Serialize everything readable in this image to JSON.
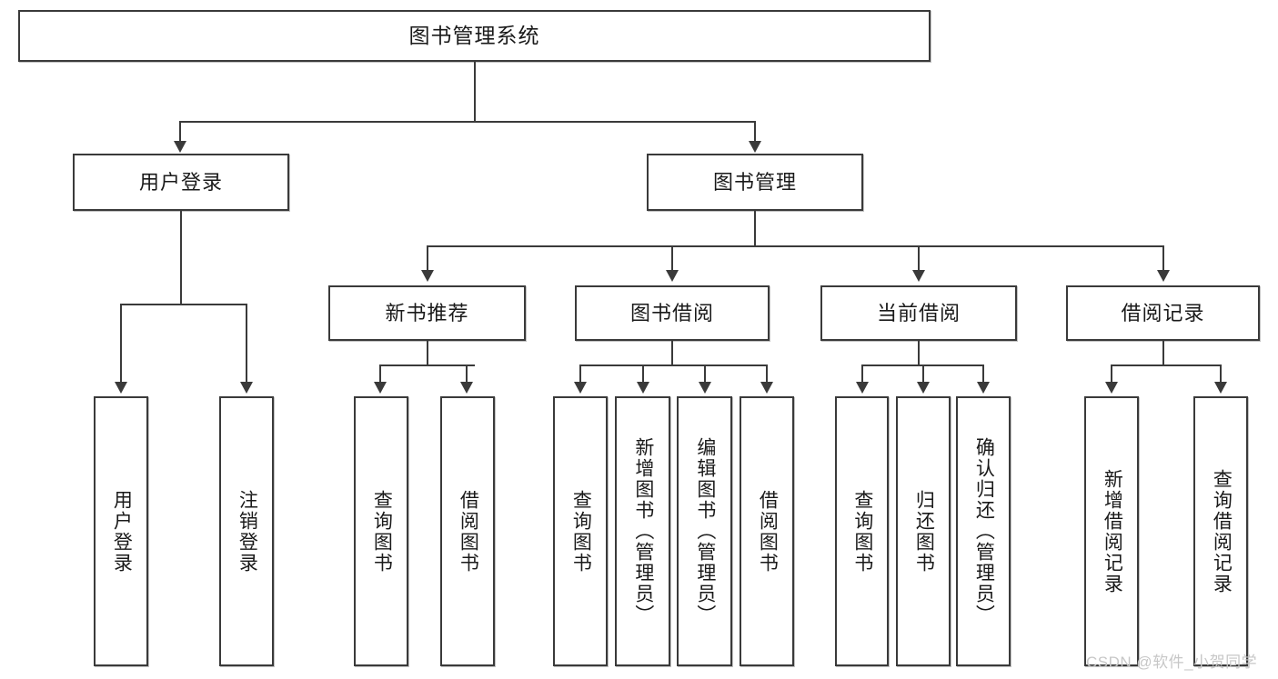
{
  "diagram": {
    "title": "图书管理系统",
    "type": "tree-hierarchy-diagram",
    "colors": {
      "border": "#3a3a3a",
      "background": "#ffffff",
      "text": "#1a1a1a",
      "watermark": "#c7c7c7"
    },
    "root": {
      "label": "图书管理系统"
    },
    "level2": [
      {
        "label": "用户登录"
      },
      {
        "label": "图书管理"
      }
    ],
    "level3": [
      {
        "label": "新书推荐"
      },
      {
        "label": "图书借阅"
      },
      {
        "label": "当前借阅"
      },
      {
        "label": "借阅记录"
      }
    ],
    "leaves": {
      "user_login": [
        {
          "label": "用户登录"
        },
        {
          "label": "注销登录"
        }
      ],
      "new_book_recommend": [
        {
          "label": "查询图书"
        },
        {
          "label": "借阅图书"
        }
      ],
      "book_borrow": [
        {
          "label": "查询图书"
        },
        {
          "label": "新增图书（管理员）"
        },
        {
          "label": "编辑图书（管理员）"
        },
        {
          "label": "借阅图书"
        }
      ],
      "current_borrow": [
        {
          "label": "查询图书"
        },
        {
          "label": "归还图书"
        },
        {
          "label": "确认归还（管理员）"
        }
      ],
      "borrow_record": [
        {
          "label": "新增借阅记录"
        },
        {
          "label": "查询借阅记录"
        }
      ]
    }
  },
  "watermark": {
    "text": "CSDN @软件_小贺同学"
  }
}
